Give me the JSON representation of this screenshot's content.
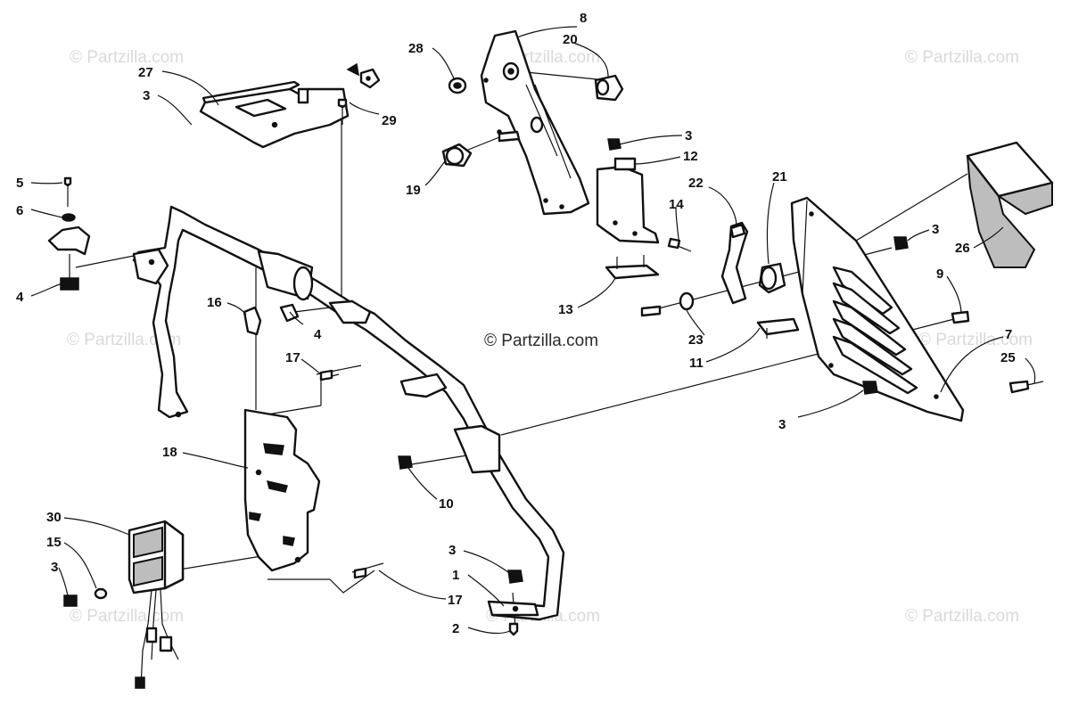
{
  "watermark": {
    "text": "© Partzilla.com"
  },
  "callouts": [
    {
      "id": "c1",
      "label": "1"
    },
    {
      "id": "c2",
      "label": "2"
    },
    {
      "id": "c3a",
      "label": "3"
    },
    {
      "id": "c3b",
      "label": "3"
    },
    {
      "id": "c3c",
      "label": "3"
    },
    {
      "id": "c3d",
      "label": "3"
    },
    {
      "id": "c3e",
      "label": "3"
    },
    {
      "id": "c3f",
      "label": "3"
    },
    {
      "id": "c4a",
      "label": "4"
    },
    {
      "id": "c4b",
      "label": "4"
    },
    {
      "id": "c5",
      "label": "5"
    },
    {
      "id": "c6",
      "label": "6"
    },
    {
      "id": "c7",
      "label": "7"
    },
    {
      "id": "c8",
      "label": "8"
    },
    {
      "id": "c9",
      "label": "9"
    },
    {
      "id": "c10",
      "label": "10"
    },
    {
      "id": "c11",
      "label": "11"
    },
    {
      "id": "c12",
      "label": "12"
    },
    {
      "id": "c13",
      "label": "13"
    },
    {
      "id": "c14",
      "label": "14"
    },
    {
      "id": "c15",
      "label": "15"
    },
    {
      "id": "c16",
      "label": "16"
    },
    {
      "id": "c17a",
      "label": "17"
    },
    {
      "id": "c17b",
      "label": "17"
    },
    {
      "id": "c18",
      "label": "18"
    },
    {
      "id": "c19",
      "label": "19"
    },
    {
      "id": "c20",
      "label": "20"
    },
    {
      "id": "c21",
      "label": "21"
    },
    {
      "id": "c22",
      "label": "22"
    },
    {
      "id": "c23",
      "label": "23"
    },
    {
      "id": "c25",
      "label": "25"
    },
    {
      "id": "c26",
      "label": "26"
    },
    {
      "id": "c27",
      "label": "27"
    },
    {
      "id": "c28",
      "label": "28"
    },
    {
      "id": "c29",
      "label": "29"
    },
    {
      "id": "c30",
      "label": "30"
    }
  ]
}
